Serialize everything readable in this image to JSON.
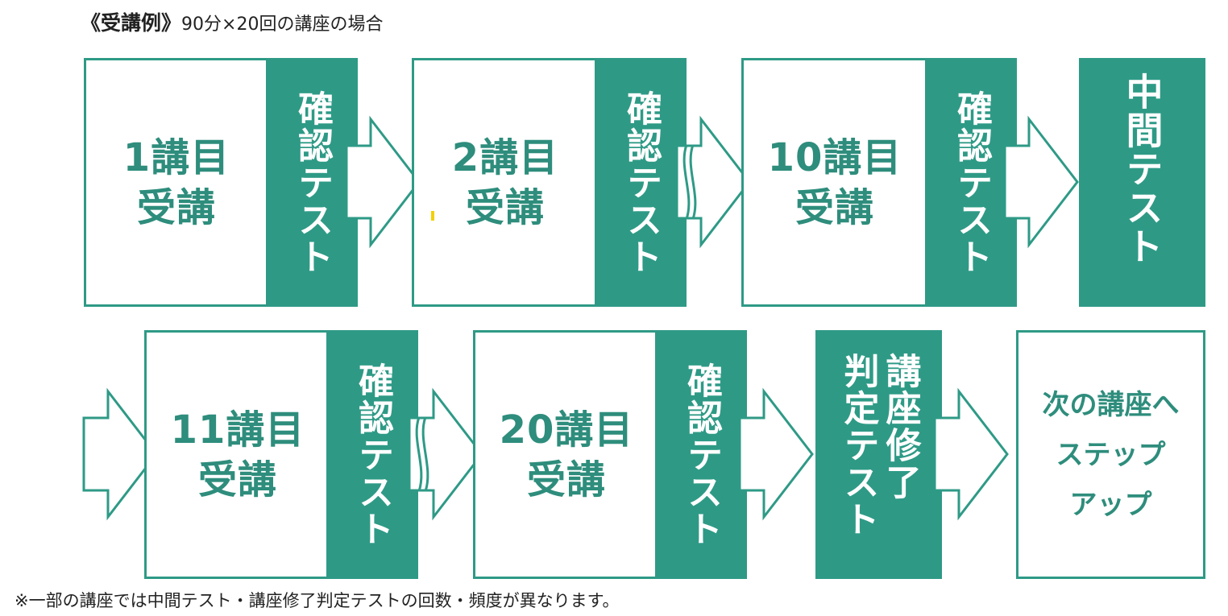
{
  "header": {
    "title": "《受講例》",
    "subtitle": "90分×20回の講座の場合"
  },
  "flow": {
    "lecture_suffix": "講目",
    "attend": "受講",
    "check_test": "確認テスト",
    "midterm_test": "中間テスト",
    "completion_test": "講座修了判定テスト",
    "completion_col1": "講座修了",
    "completion_col2": "判定テスト",
    "next_line1": "次の講座へ",
    "next_line2": "ステップ",
    "next_line3": "アップ",
    "lectures": [
      {
        "number": "1"
      },
      {
        "number": "2"
      },
      {
        "number": "10"
      },
      {
        "number": "11"
      },
      {
        "number": "20"
      }
    ]
  },
  "note": "※一部の講座では中間テスト・講座修了判定テストの回数・頻度が異なります。",
  "colors": {
    "accent": "#2e9a86",
    "text_accent": "#2e8d7c",
    "highlight": "#f2d000"
  }
}
